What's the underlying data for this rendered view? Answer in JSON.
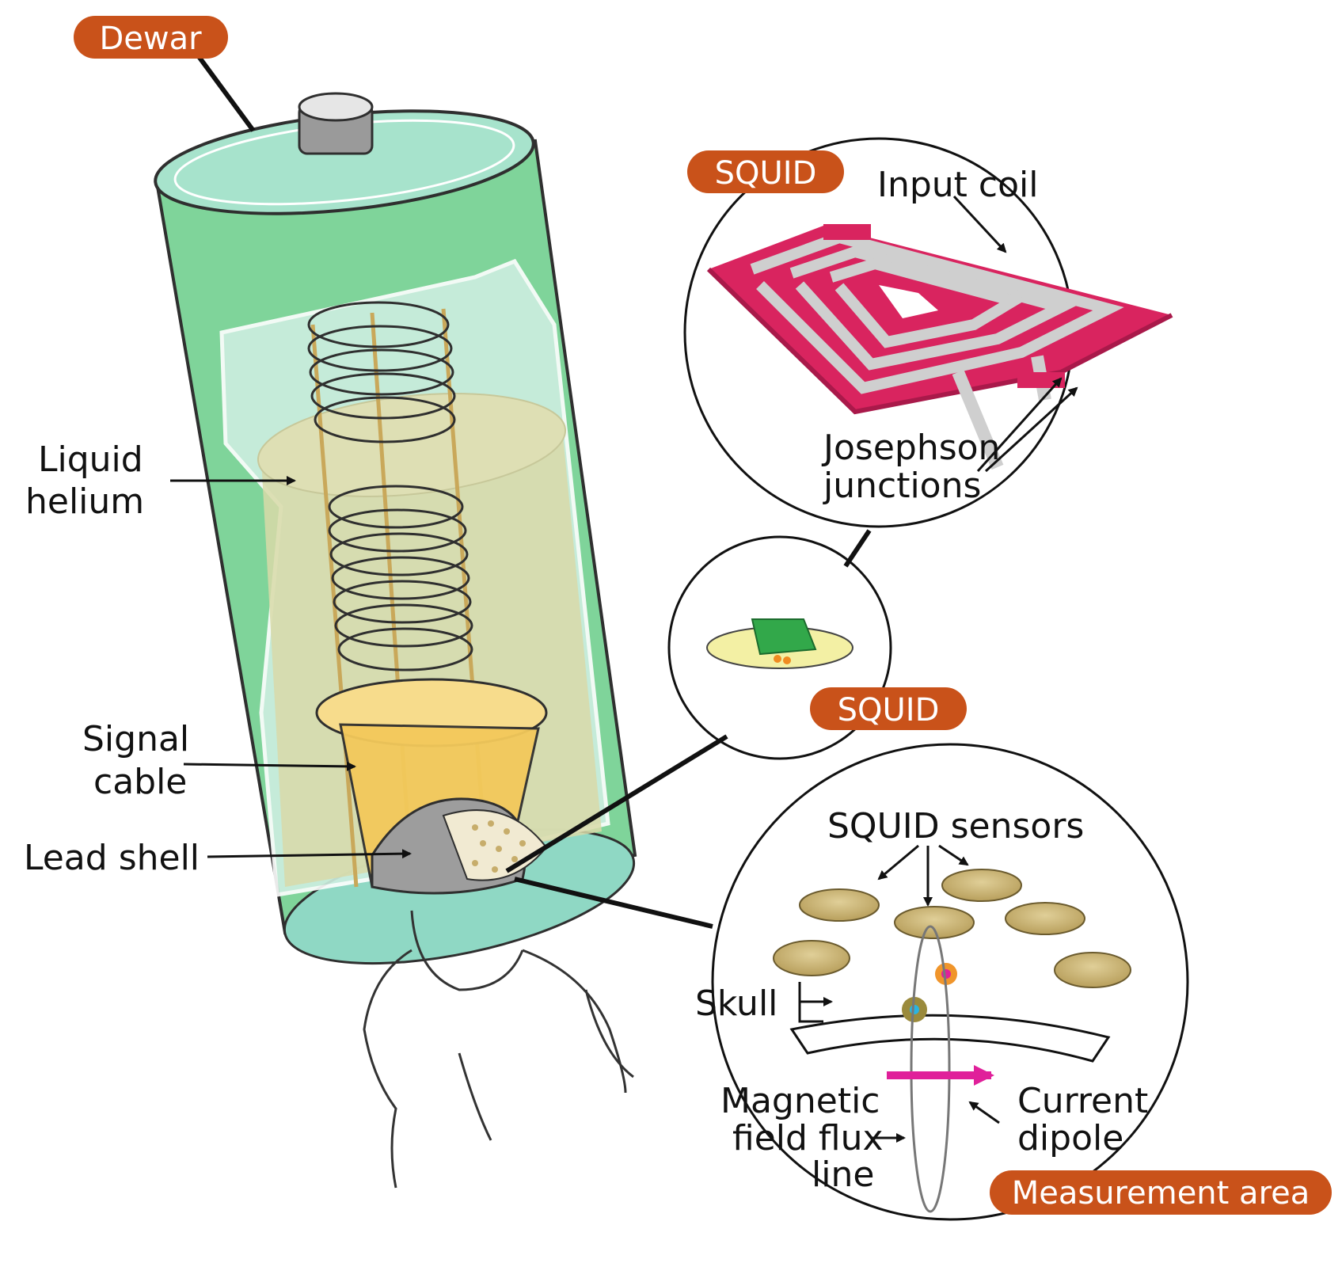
{
  "labels": {
    "dewar": "Dewar",
    "squid_top": "SQUID",
    "input_coil": "Input coil",
    "josephson_1": "Josephson",
    "josephson_2": "junctions",
    "squid_mid": "SQUID",
    "liquid_helium_1": "Liquid",
    "liquid_helium_2": "helium",
    "signal_cable_1": "Signal",
    "signal_cable_2": "cable",
    "lead_shell": "Lead shell",
    "squid_sensors": "SQUID sensors",
    "skull": "Skull",
    "magnetic_1": "Magnetic",
    "magnetic_2": "field flux",
    "magnetic_3": "line",
    "current_1": "Current",
    "current_2": "dipole",
    "measurement_area": "Measurement area"
  },
  "colors": {
    "tag_orange": "#c9521a",
    "dewar_green": "#7fd49a",
    "dewar_green_dark": "#4fb870",
    "helium": "#d8d9a8",
    "squid_magenta": "#d9245f",
    "coil_grey": "#c7c7c7",
    "sensor_tan": "#cdb67a",
    "cable_yellow": "#f3c95b",
    "dipole_magenta": "#e0209a"
  },
  "icons": [
    "dewar-cylinder",
    "pickup-coil",
    "squid-chip",
    "squid-sensor-disc",
    "head-outline"
  ]
}
